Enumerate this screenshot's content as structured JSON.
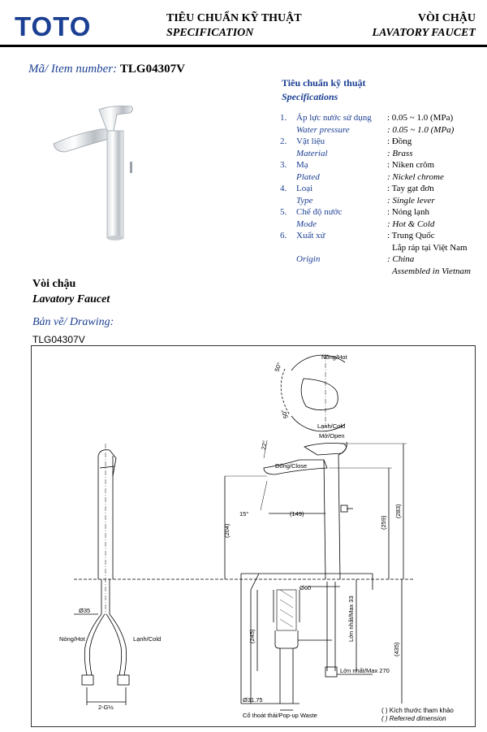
{
  "header": {
    "brand": "TOTO",
    "title_vi": "TIÊU CHUẨN KỸ THUẬT",
    "title_en": "SPECIFICATION",
    "product_vi": "VÒI CHẬU",
    "product_en": "LAVATORY FAUCET"
  },
  "item": {
    "label": "Mã/ Item number:",
    "number": "TLG04307V"
  },
  "specs": {
    "title_vi": "Tiêu chuẩn kỹ thuật",
    "title_en": "Specifications",
    "rows": [
      {
        "num": "1.",
        "label_vi": "Áp lực nước sử dụng",
        "value_vi": ": 0.05 ~ 1.0 (MPa)",
        "label_en": "Water pressure",
        "value_en": ": 0.05 ~ 1.0 (MPa)"
      },
      {
        "num": "2.",
        "label_vi": "Vật liệu",
        "value_vi": ": Đồng",
        "label_en": "Material",
        "value_en": ": Brass"
      },
      {
        "num": "3.",
        "label_vi": "Mạ",
        "value_vi": ": Niken crôm",
        "label_en": "Plated",
        "value_en": ": Nickel chrome"
      },
      {
        "num": "4.",
        "label_vi": "Loại",
        "value_vi": ": Tay gạt đơn",
        "label_en": "Type",
        "value_en": ": Single lever"
      },
      {
        "num": "5.",
        "label_vi": "Chế độ nước",
        "value_vi": ": Nóng lạnh",
        "label_en": "Mode",
        "value_en": ": Hot & Cold"
      },
      {
        "num": "6.",
        "label_vi": "Xuất xứ",
        "value_vi": ": Trung Quốc",
        "value_vi2": "Lắp ráp tại Việt Nam",
        "label_en": "Origin",
        "value_en": ": China",
        "value_en2": "Assembled in Vietnam"
      }
    ]
  },
  "product": {
    "name_vi": "Vòi chậu",
    "name_en": "Lavatory Faucet"
  },
  "drawing": {
    "label": "Bản vẽ/ Drawing:",
    "code": "TLG04307V",
    "labels": {
      "hot_top": "Nóng/Hot",
      "cold_top": "Lạnh/Cold",
      "angle_50a": "50°",
      "angle_50b": "50°",
      "open": "Mở/Open",
      "close": "Đóng/Close",
      "angle_22": "22°",
      "angle_15": "15°",
      "dim_149": "(149)",
      "dim_204": "(204)",
      "dim_259": "(259)",
      "dim_283": "(283)",
      "dim_60": "Ø60",
      "dim_35": "Ø35",
      "hot_left": "Nóng/Hot",
      "cold_left": "Lạnh/Cold",
      "thread": "2-G½",
      "dim_245": "(245)",
      "dim_435": "(435)",
      "max33": "Lớn nhất/Max 33",
      "max270": "Lớn nhất/Max 270",
      "dim_3175": "Ø31.75",
      "waste": "Cổ thoát thải/Pop-up Waste"
    },
    "legend_vi": "(  ) Kích thước tham khảo",
    "legend_en": "(  ) Referred dimension"
  }
}
